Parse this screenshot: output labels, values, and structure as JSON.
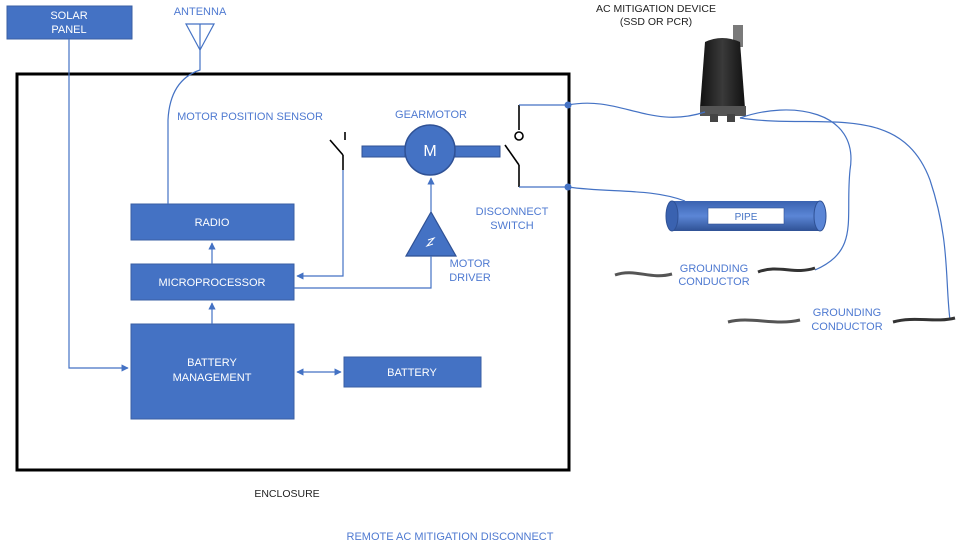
{
  "labels": {
    "solar_panel_1": "SOLAR",
    "solar_panel_2": "PANEL",
    "antenna": "ANTENNA",
    "ac_device_1": "AC MITIGATION DEVICE",
    "ac_device_2": "(SSD OR PCR)",
    "motor_position_sensor": "MOTOR POSITION SENSOR",
    "gearmotor": "GEARMOTOR",
    "motor_symbol": "M",
    "disconnect_1": "DISCONNECT",
    "disconnect_2": "SWITCH",
    "radio": "RADIO",
    "microprocessor": "MICROPROCESSOR",
    "motor_driver_1": "MOTOR",
    "motor_driver_2": "DRIVER",
    "battery_mgmt_1": "BATTERY",
    "battery_mgmt_2": "MANAGEMENT",
    "battery": "BATTERY",
    "pipe": "PIPE",
    "grounding_1a": "GROUNDING",
    "grounding_1b": "CONDUCTOR",
    "grounding_2a": "GROUNDING",
    "grounding_2b": "CONDUCTOR",
    "enclosure": "ENCLOSURE",
    "caption": "REMOTE AC MITIGATION DISCONNECT"
  },
  "colors": {
    "block_fill": "#4472c4",
    "label_blue": "#4f7ad1",
    "enclosure_border": "#000000"
  }
}
